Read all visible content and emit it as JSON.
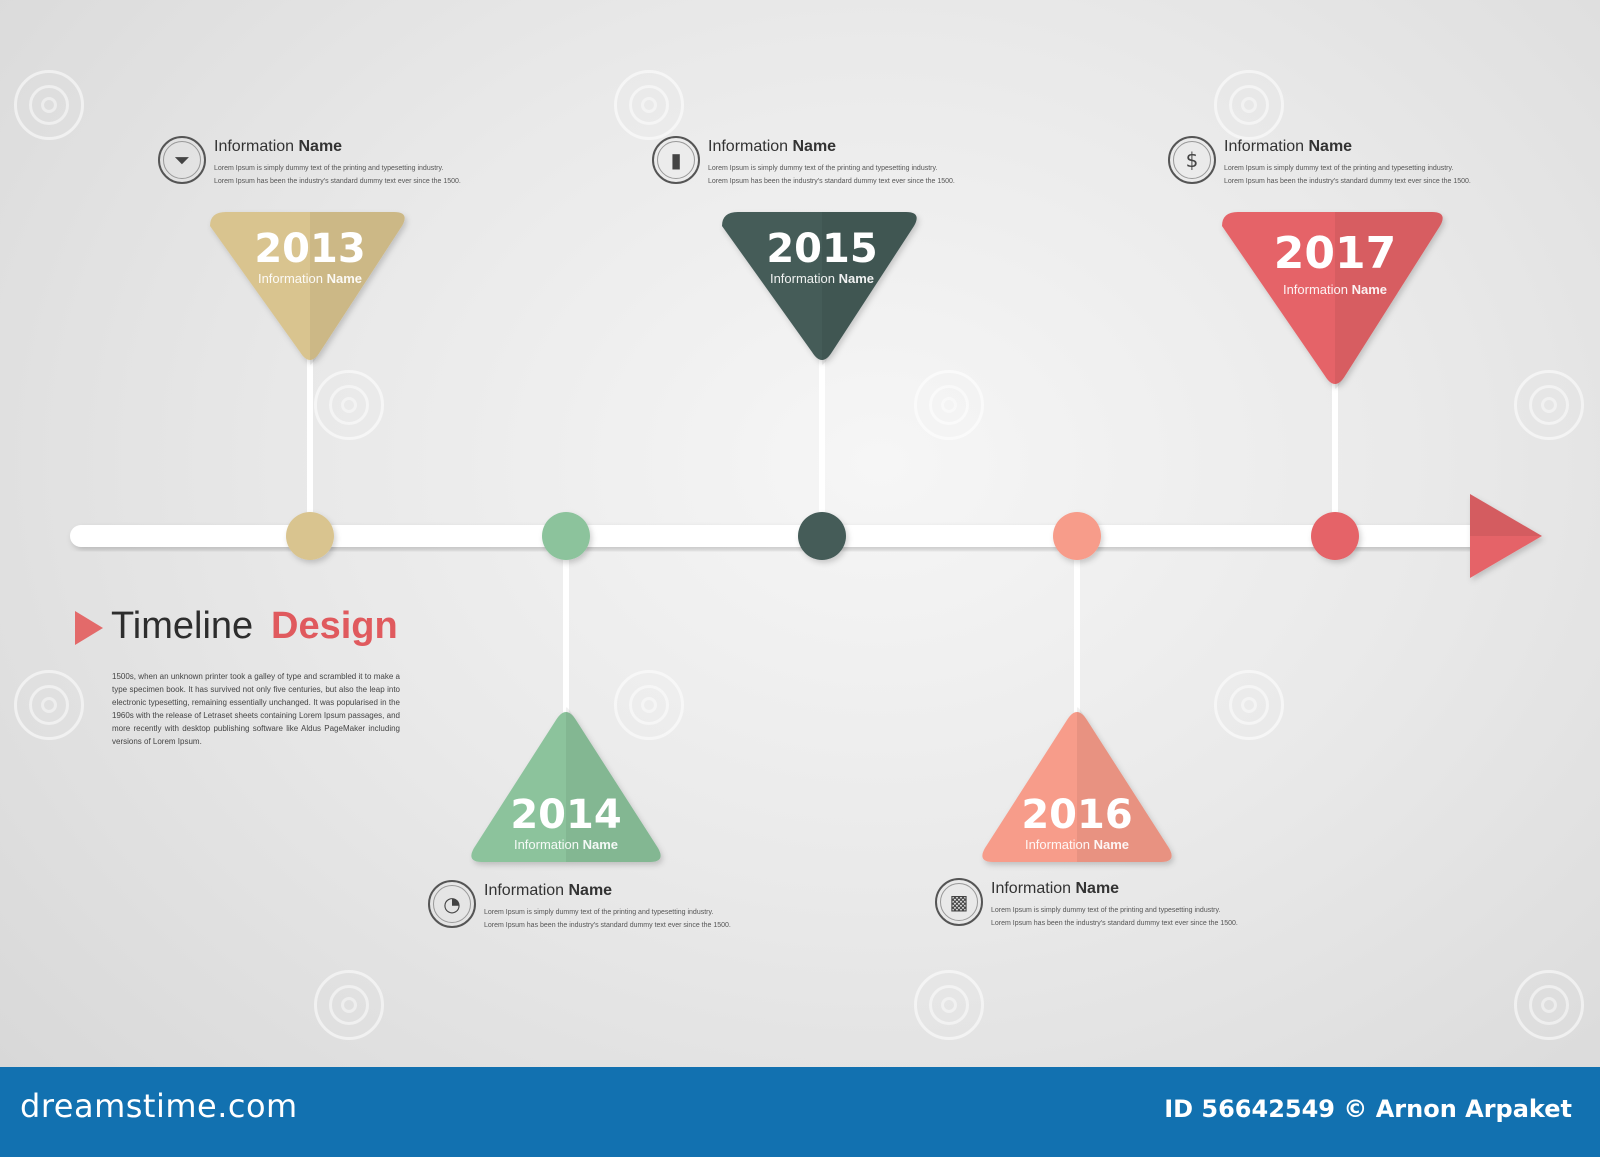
{
  "colors": {
    "y2013": "#d9c48f",
    "y2014": "#8cc39c",
    "y2015": "#445b58",
    "y2016": "#f79c8a",
    "y2017": "#e56468",
    "axis": "#ffffff",
    "accent": "#e05a5e",
    "footer": "#1271b0"
  },
  "milestones": [
    {
      "year": "2013",
      "sub_regular": "Information ",
      "sub_bold": "Name",
      "side": "top",
      "info": {
        "icon": "tie-icon",
        "title_regular": "Information ",
        "title_bold": "Name",
        "line1": "Lorem Ipsum is simply dummy text of the printing and typesetting industry.",
        "line2": "Lorem Ipsum has been the industry's standard dummy text ever since the 1500."
      }
    },
    {
      "year": "2014",
      "sub_regular": "Information ",
      "sub_bold": "Name",
      "side": "bottom",
      "info": {
        "icon": "pie-chart-icon",
        "title_regular": "Information ",
        "title_bold": "Name",
        "line1": "Lorem Ipsum is simply dummy text of the printing and typesetting industry.",
        "line2": "Lorem Ipsum has been the industry's standard dummy text ever since the 1500."
      }
    },
    {
      "year": "2015",
      "sub_regular": "Information ",
      "sub_bold": "Name",
      "side": "top",
      "info": {
        "icon": "bar-chart-icon",
        "title_regular": "Information ",
        "title_bold": "Name",
        "line1": "Lorem Ipsum is simply dummy text of the printing and typesetting industry.",
        "line2": "Lorem Ipsum has been the industry's standard dummy text ever since the 1500."
      }
    },
    {
      "year": "2016",
      "sub_regular": "Information ",
      "sub_bold": "Name",
      "side": "bottom",
      "info": {
        "icon": "buildings-icon",
        "title_regular": "Information ",
        "title_bold": "Name",
        "line1": "Lorem Ipsum is simply dummy text of the printing and typesetting industry.",
        "line2": "Lorem Ipsum has been the industry's standard dummy text ever since the 1500."
      }
    },
    {
      "year": "2017",
      "sub_regular": "Information ",
      "sub_bold": "Name",
      "side": "top",
      "info": {
        "icon": "dollar-icon",
        "title_regular": "Information ",
        "title_bold": "Name",
        "line1": "Lorem Ipsum is simply dummy text of the printing and typesetting industry.",
        "line2": "Lorem Ipsum has been the industry's standard dummy text ever since the 1500."
      }
    }
  ],
  "heading": {
    "regular": "Timeline ",
    "bold": "Design"
  },
  "intro": "1500s, when an unknown printer took a galley of type and scrambled it to make a type specimen book. It has survived not only five centuries, but also the leap into electronic typesetting, remaining essentially unchanged. It was popularised in the 1960s with the release of Letraset sheets containing Lorem Ipsum passages, and more recently with desktop publishing software like Aldus PageMaker including versions of Lorem Ipsum.",
  "footer": {
    "brand": "dreamstime.com",
    "credit": "ID 56642549 © Arnon Arpaket"
  },
  "watermark": "dreamstime"
}
